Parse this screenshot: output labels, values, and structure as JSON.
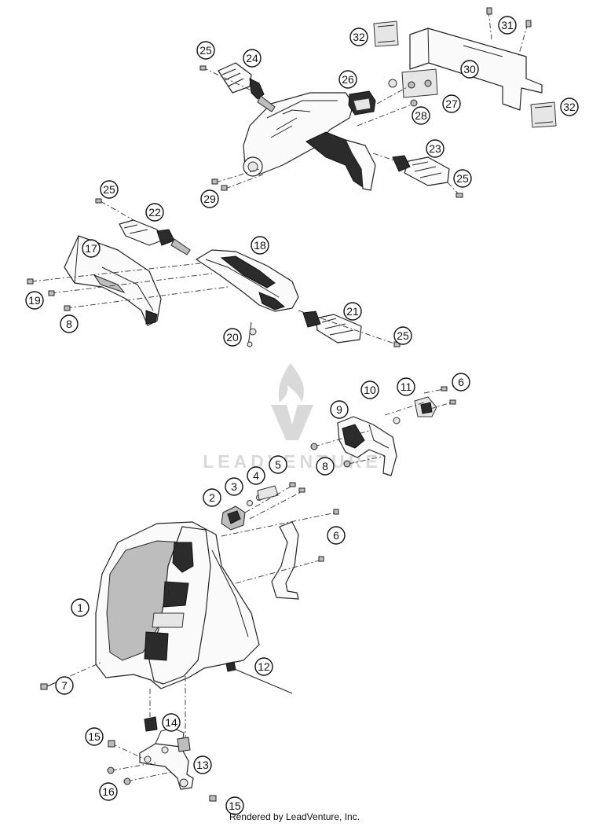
{
  "watermark": {
    "text": "LEADVENTURE",
    "color": "#d9d9d9"
  },
  "footer": {
    "text": "Rendered by LeadVenture, Inc."
  },
  "callouts": [
    "1",
    "2",
    "3",
    "4",
    "5",
    "6",
    "6",
    "7",
    "8",
    "8",
    "9",
    "10",
    "11",
    "12",
    "13",
    "14",
    "15",
    "15",
    "16",
    "17",
    "18",
    "19",
    "20",
    "21",
    "22",
    "23",
    "24",
    "25",
    "25",
    "25",
    "25",
    "26",
    "27",
    "28",
    "29",
    "30",
    "31",
    "32",
    "32"
  ]
}
